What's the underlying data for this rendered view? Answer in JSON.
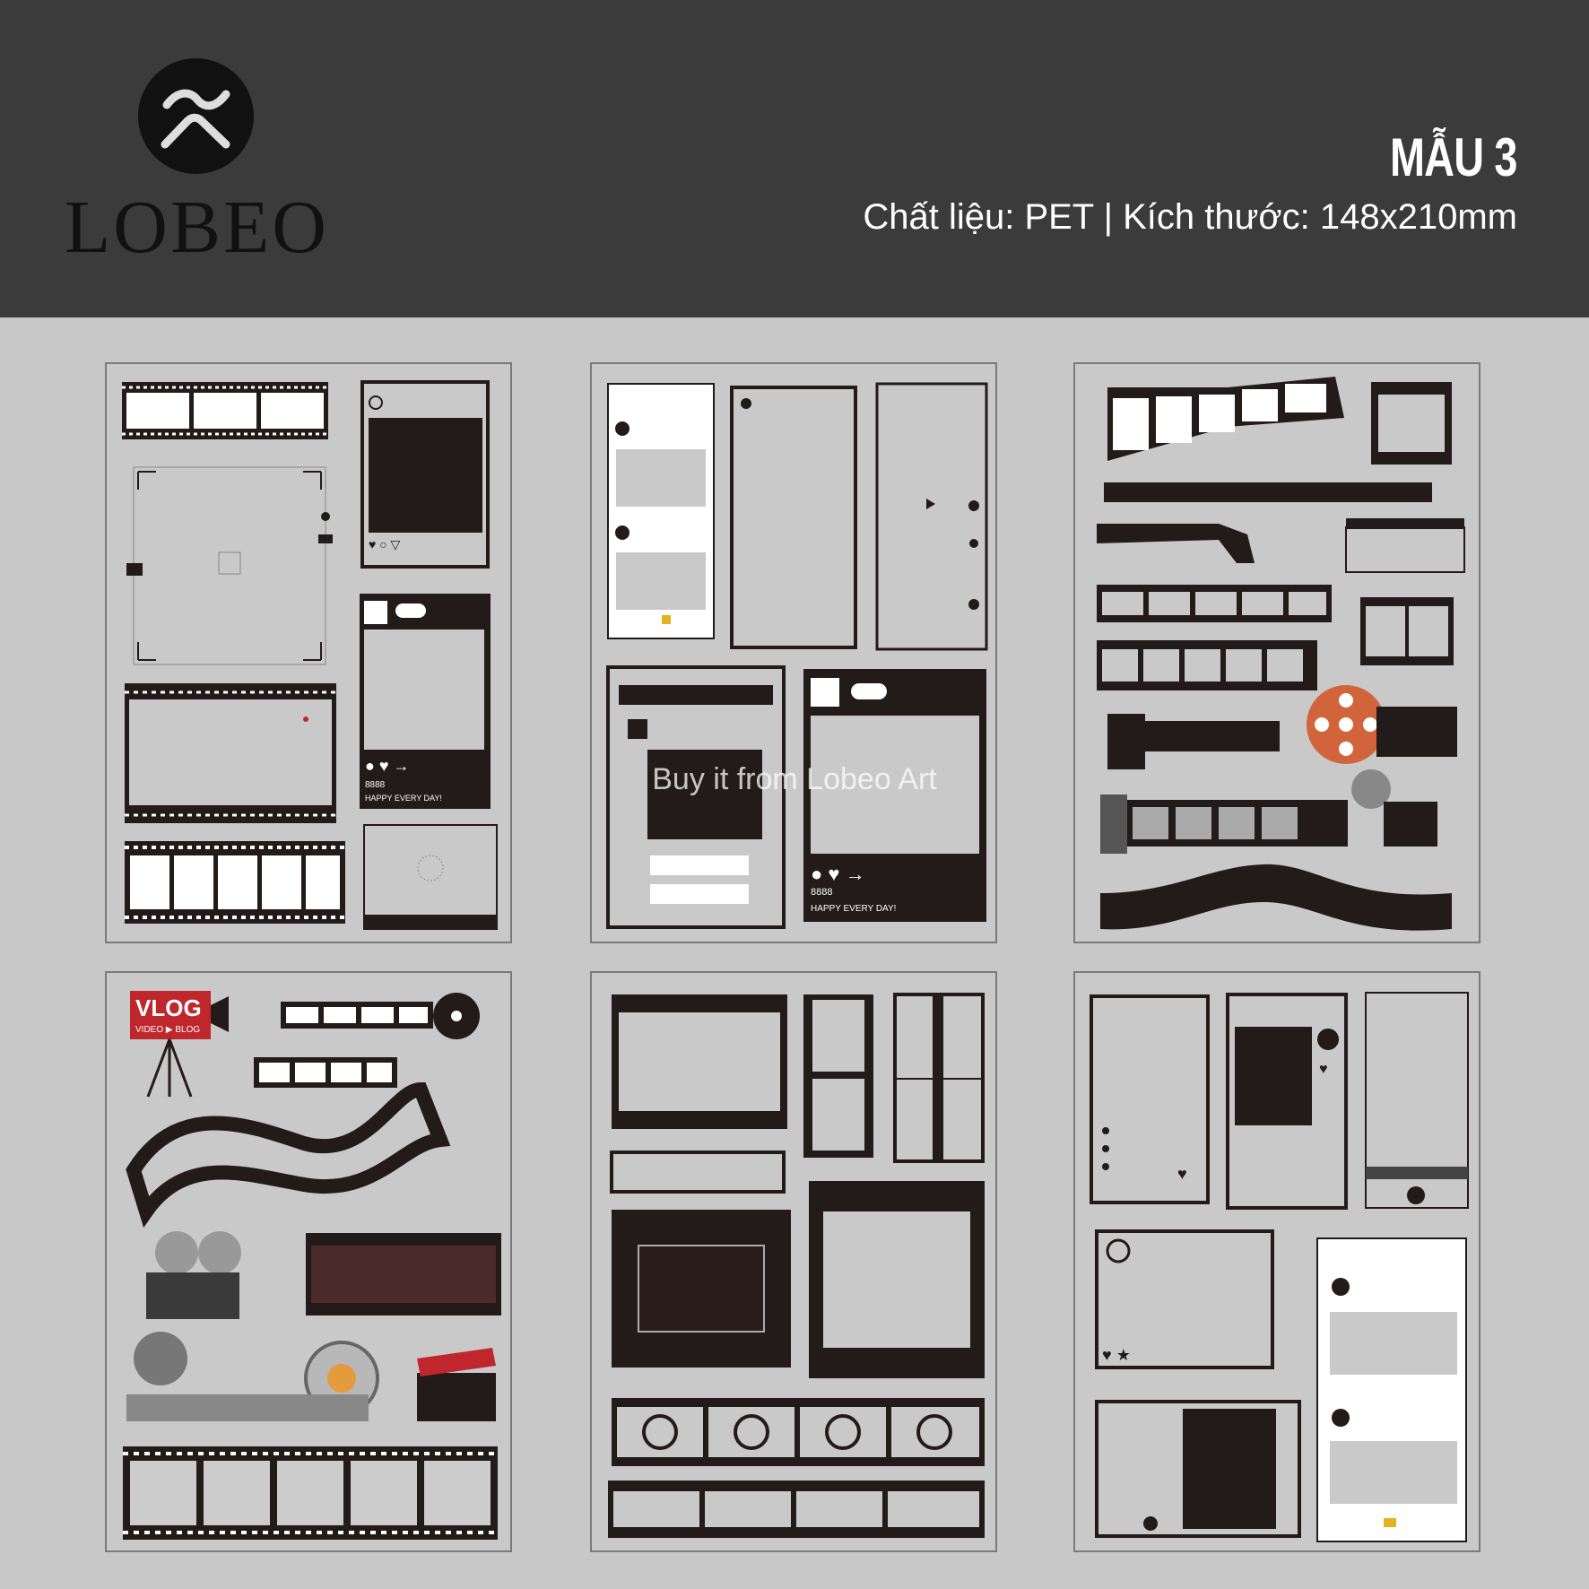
{
  "brand": {
    "name": "LOBEO"
  },
  "header": {
    "title": "MẪU 3",
    "subtitle": "Chất liệu: PET | Kích thước: 148x210mm"
  },
  "watermark": "Buy it from Lobeo Art",
  "stickers": {
    "vlog_title": "VLOG",
    "vlog_sub": "VIDEO ▶ BLOG",
    "post_caption": "HAPPY EVERY DAY!",
    "likes_count": "8888"
  },
  "colors": {
    "header_bg": "#3b3b3b",
    "page_bg": "#c8c8c8",
    "ink": "#231a1a",
    "accent_red": "#c0272d",
    "accent_orange": "#d2643c"
  }
}
